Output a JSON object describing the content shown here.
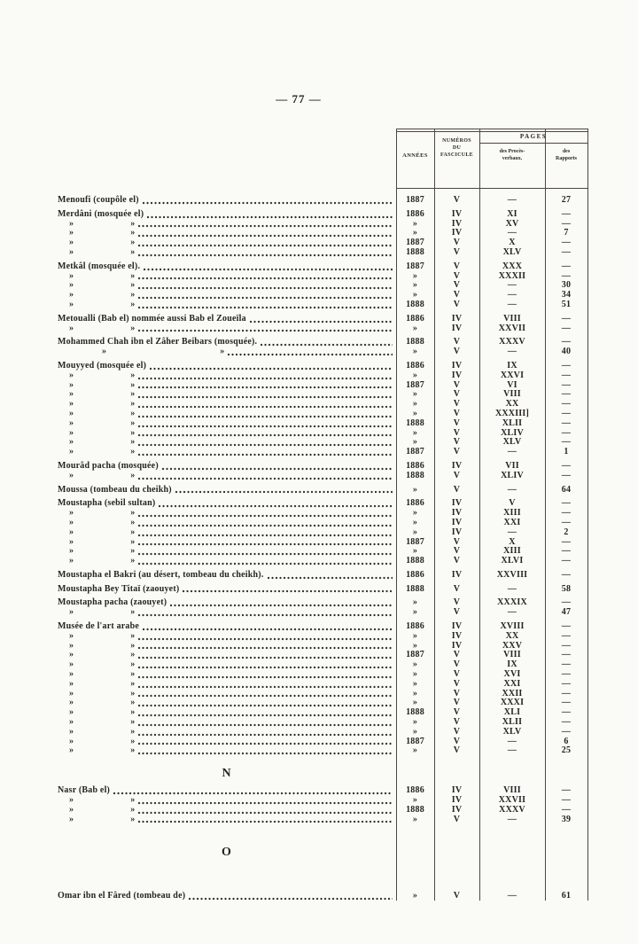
{
  "page_number": "— 77 —",
  "table": {
    "header": {
      "annees": "ANNÉES",
      "fascicule_lines": [
        "NUMÉROS",
        "DU",
        "FASCICULE"
      ],
      "pages": "PAGES",
      "pv_lines": [
        "des Procès-",
        "verbaux."
      ],
      "rapports_lines": [
        "des",
        "Rapports"
      ]
    },
    "rows": [
      {
        "t": "e",
        "label": "Menoufi (coupôle el)",
        "a": "1887",
        "f": "V",
        "pv": "—",
        "r": "27"
      },
      {
        "t": "e",
        "gap": true,
        "label": "Merdâni (mosquée el)",
        "a": "1886",
        "f": "IV",
        "pv": "XI",
        "r": "—"
      },
      {
        "t": "d",
        "a": "»",
        "f": "IV",
        "pv": "XV",
        "r": "—"
      },
      {
        "t": "d",
        "a": "»",
        "f": "IV",
        "pv": "—",
        "r": "7"
      },
      {
        "t": "d",
        "a": "1887",
        "f": "V",
        "pv": "X",
        "r": "—"
      },
      {
        "t": "d",
        "a": "1888",
        "f": "V",
        "pv": "XLV",
        "r": "—"
      },
      {
        "t": "e",
        "gap": true,
        "label": "Metkâl (mosquée el).",
        "a": "1887",
        "f": "V",
        "pv": "XXX",
        "r": "—"
      },
      {
        "t": "d",
        "a": "»",
        "f": "V",
        "pv": "XXXII",
        "r": "—"
      },
      {
        "t": "d",
        "a": "»",
        "f": "V",
        "pv": "—",
        "r": "30"
      },
      {
        "t": "d",
        "a": "»",
        "f": "V",
        "pv": "—",
        "r": "34"
      },
      {
        "t": "d",
        "a": "1888",
        "f": "V",
        "pv": "—",
        "r": "51"
      },
      {
        "t": "e",
        "gap": true,
        "label": "Metoualli (Bab el) nommée aussi Bab el Zoueïla",
        "a": "1886",
        "f": "IV",
        "pv": "VIII",
        "r": "—"
      },
      {
        "t": "d",
        "a": "»",
        "f": "IV",
        "pv": "XXVII",
        "r": "—"
      },
      {
        "t": "e",
        "gap": true,
        "label": "Mohammed Chah ibn el Zâher Beibars (mosquée).",
        "a": "1888",
        "f": "V",
        "pv": "XXXV",
        "r": "—"
      },
      {
        "t": "dw",
        "a": "»",
        "f": "V",
        "pv": "—",
        "r": "40"
      },
      {
        "t": "e",
        "gap": true,
        "label": "Mouyyed (mosquée el)",
        "a": "1886",
        "f": "IV",
        "pv": "IX",
        "r": "—"
      },
      {
        "t": "d",
        "a": "»",
        "f": "IV",
        "pv": "XXVI",
        "r": "—"
      },
      {
        "t": "d",
        "a": "1887",
        "f": "V",
        "pv": "VI",
        "r": "—"
      },
      {
        "t": "d",
        "a": "»",
        "f": "V",
        "pv": "VIII",
        "r": "—"
      },
      {
        "t": "d",
        "a": "»",
        "f": "V",
        "pv": "XX",
        "r": "—"
      },
      {
        "t": "d",
        "a": "»",
        "f": "V",
        "pv": "XXXIII]",
        "r": "—"
      },
      {
        "t": "d",
        "a": "1888",
        "f": "V",
        "pv": "XLII",
        "r": "—"
      },
      {
        "t": "d",
        "a": "»",
        "f": "V",
        "pv": "XLIV",
        "r": "—"
      },
      {
        "t": "d",
        "a": "»",
        "f": "V",
        "pv": "XLV",
        "r": "—"
      },
      {
        "t": "d",
        "a": "1887",
        "f": "V",
        "pv": "—",
        "r": "1"
      },
      {
        "t": "e",
        "gap": true,
        "label": "Mourâd pacha (mosquée)",
        "a": "1886",
        "f": "IV",
        "pv": "VII",
        "r": "—"
      },
      {
        "t": "d",
        "a": "1888",
        "f": "V",
        "pv": "XLIV",
        "r": "—"
      },
      {
        "t": "e",
        "gap": true,
        "label": "Moussa (tombeau du cheikh)",
        "a": "»",
        "f": "V",
        "pv": "—",
        "r": "64"
      },
      {
        "t": "e",
        "gap": true,
        "label": "Moustapha (sebil sultan)",
        "a": "1886",
        "f": "IV",
        "pv": "V",
        "r": "—"
      },
      {
        "t": "d",
        "a": "»",
        "f": "IV",
        "pv": "XIII",
        "r": "—"
      },
      {
        "t": "d",
        "a": "»",
        "f": "IV",
        "pv": "XXI",
        "r": "—"
      },
      {
        "t": "d",
        "a": "»",
        "f": "IV",
        "pv": "—",
        "r": "2"
      },
      {
        "t": "d",
        "a": "1887",
        "f": "V",
        "pv": "X",
        "r": "—"
      },
      {
        "t": "d",
        "a": "»",
        "f": "V",
        "pv": "XIII",
        "r": "—"
      },
      {
        "t": "d",
        "a": "1888",
        "f": "V",
        "pv": "XLVI",
        "r": "—"
      },
      {
        "t": "e",
        "gap": true,
        "label": "Moustapha el Bakri (au désert, tombeau du cheikh).",
        "a": "1886",
        "f": "IV",
        "pv": "XXVIII",
        "r": "—"
      },
      {
        "t": "e",
        "gap": true,
        "label": "Moustapha Bey Titaï (zaouyet)",
        "a": "1888",
        "f": "V",
        "pv": "—",
        "r": "58"
      },
      {
        "t": "e",
        "gap": true,
        "label": "Moustapha pacha (zaouyet)",
        "a": "»",
        "f": "V",
        "pv": "XXXIX",
        "r": "—"
      },
      {
        "t": "d",
        "a": "»",
        "f": "V",
        "pv": "—",
        "r": "47"
      },
      {
        "t": "e",
        "gap": true,
        "label": "Musée de l'art arabe",
        "a": "1886",
        "f": "IV",
        "pv": "XVIII",
        "r": "—"
      },
      {
        "t": "d",
        "a": "»",
        "f": "IV",
        "pv": "XX",
        "r": "—"
      },
      {
        "t": "d",
        "a": "»",
        "f": "IV",
        "pv": "XXV",
        "r": "—"
      },
      {
        "t": "d",
        "a": "1887",
        "f": "V",
        "pv": "VIII",
        "r": "—"
      },
      {
        "t": "d",
        "a": "»",
        "f": "V",
        "pv": "IX",
        "r": "—"
      },
      {
        "t": "d",
        "a": "»",
        "f": "V",
        "pv": "XVI",
        "r": "—"
      },
      {
        "t": "d",
        "a": "»",
        "f": "V",
        "pv": "XXI",
        "r": "—"
      },
      {
        "t": "d",
        "a": "»",
        "f": "V",
        "pv": "XXII",
        "r": "—"
      },
      {
        "t": "d",
        "a": "»",
        "f": "V",
        "pv": "XXXI",
        "r": "—"
      },
      {
        "t": "d",
        "a": "1888",
        "f": "V",
        "pv": "XLI",
        "r": "—"
      },
      {
        "t": "d",
        "a": "»",
        "f": "V",
        "pv": "XLII",
        "r": "—"
      },
      {
        "t": "d",
        "a": "»",
        "f": "V",
        "pv": "XLV",
        "r": "—"
      },
      {
        "t": "d",
        "a": "1887",
        "f": "V",
        "pv": "—",
        "r": "6"
      },
      {
        "t": "d",
        "a": "»",
        "f": "V",
        "pv": "—",
        "r": "25"
      },
      {
        "t": "s",
        "label": "N"
      },
      {
        "t": "e",
        "label": "Nasr (Bab el)",
        "a": "1886",
        "f": "IV",
        "pv": "VIII",
        "r": "—"
      },
      {
        "t": "d",
        "a": "»",
        "f": "IV",
        "pv": "XXVII",
        "r": "—"
      },
      {
        "t": "d",
        "a": "1888",
        "f": "IV",
        "pv": "XXXV",
        "r": "—"
      },
      {
        "t": "d",
        "a": "»",
        "f": "V",
        "pv": "—",
        "r": "39"
      },
      {
        "t": "s",
        "label": "O"
      },
      {
        "t": "e",
        "label": "Omar ibn el Fâred (tombeau de)",
        "a": "»",
        "f": "V",
        "pv": "—",
        "r": "61"
      }
    ]
  }
}
